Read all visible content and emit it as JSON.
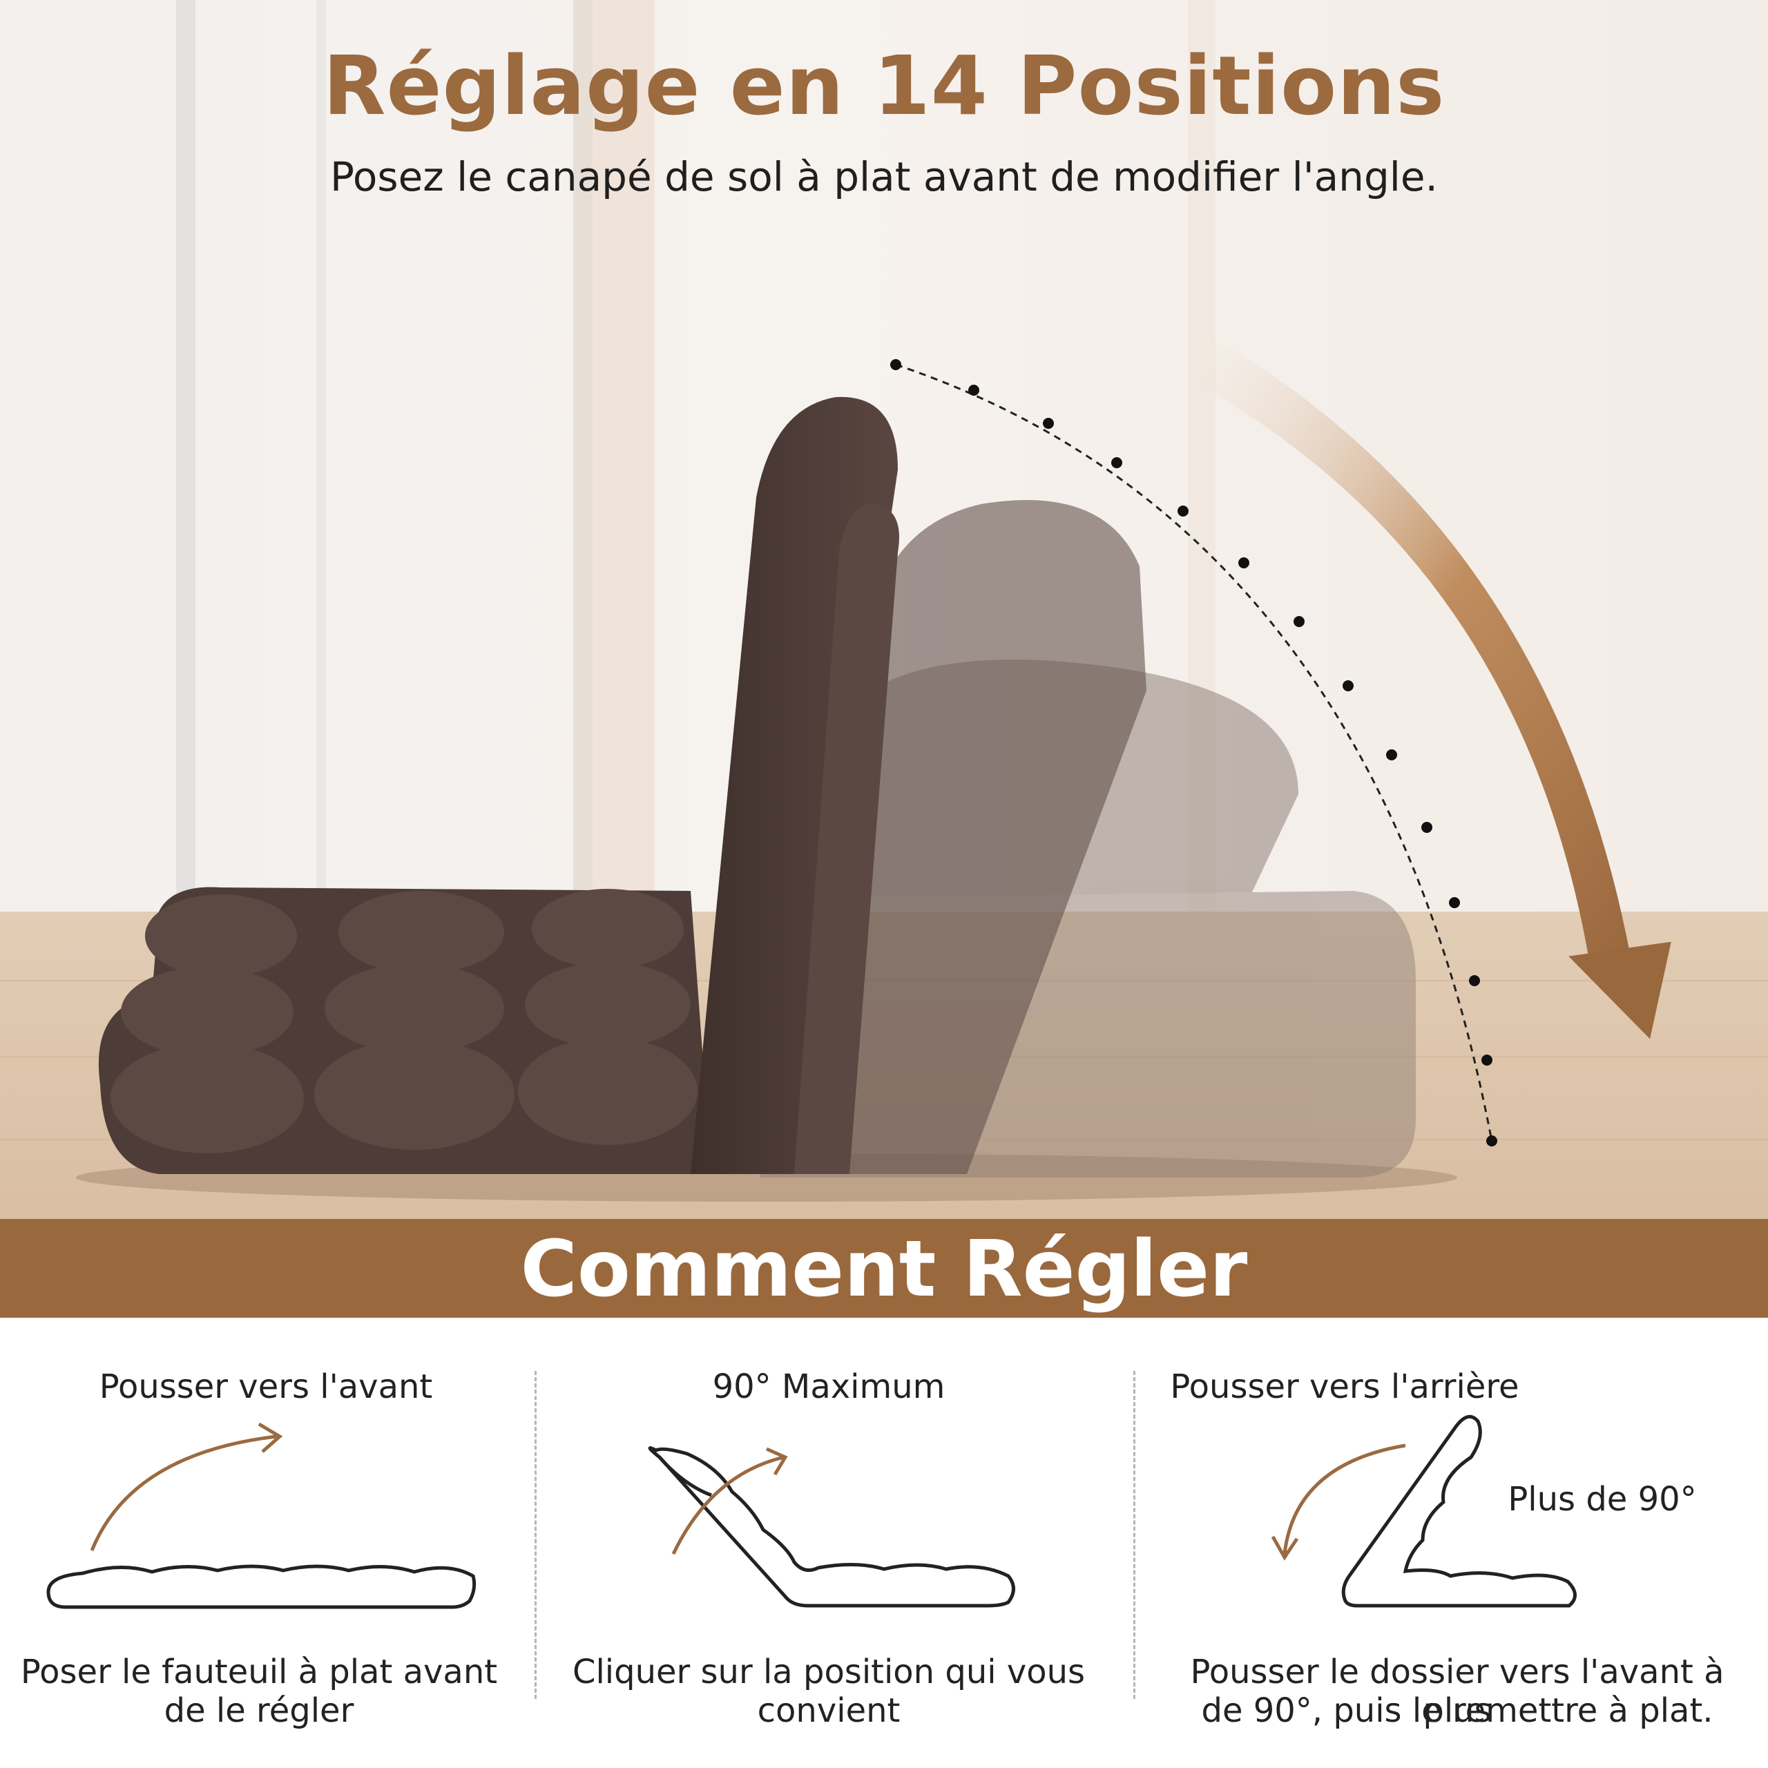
{
  "header": {
    "title": "Réglage en 14 Positions",
    "subtitle": "Posez le canapé de sol à plat avant de modifier l'angle."
  },
  "banner": {
    "title": "Comment Régler"
  },
  "steps": [
    {
      "label": "Pousser vers l'avant",
      "description_line1": "Poser le fauteuil à plat avant",
      "description_line2": "de le régler"
    },
    {
      "label": "90° Maximum",
      "description_line1": "Cliquer sur la position qui vous",
      "description_line2": "convient"
    },
    {
      "label": "Pousser vers l'arrière",
      "annotation": "Plus de 90°",
      "description_line1": "Pousser le dossier vers l'avant à plus",
      "description_line2": "de 90°, puis le remettre à plat."
    }
  ],
  "colors": {
    "accent_brown": "#9a683d",
    "chair_brown": "#4a3a36",
    "text_dark": "#222222"
  },
  "icons": [
    "curved-arrow-icon",
    "floor-chair-outline-icon",
    "dotted-arc-icon",
    "down-arrow-icon"
  ]
}
